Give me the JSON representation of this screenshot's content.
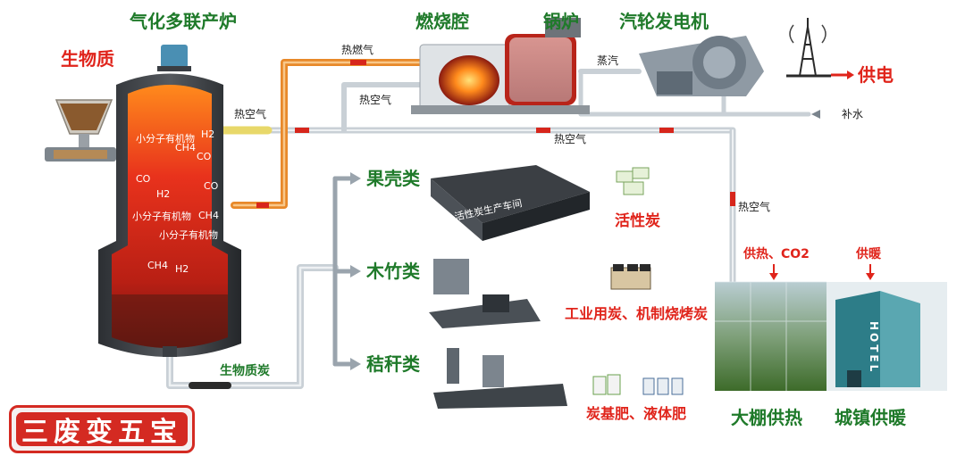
{
  "title": "三废变五宝",
  "equipment": {
    "gasifier": "气化多联产炉",
    "combustion_chamber": "燃烧腔",
    "boiler": "锅炉",
    "turbine": "汽轮发电机"
  },
  "inputs": {
    "biomass": "生物质",
    "makeup_water": "补水",
    "biochar": "生物质炭"
  },
  "flows": {
    "hot_gas": "热燃气",
    "hot_air_1": "热空气",
    "hot_air_2": "热空气",
    "hot_air_3": "热空气",
    "hot_air_4": "热空气",
    "steam": "蒸汽"
  },
  "gasifier_contents": [
    "小分子有机物",
    "CH4",
    "H2",
    "CO",
    "CO",
    "H2",
    "CO",
    "CH4",
    "小分子有机物",
    "小分子有机物",
    "CH4",
    "H2"
  ],
  "categories": {
    "nut_shells": "果壳类",
    "wood_bamboo": "木竹类",
    "straw": "秸秆类"
  },
  "products": {
    "activated_carbon": "活性炭",
    "activated_carbon_workshop": "活性炭生产车间",
    "industrial_charcoal": "工业用炭、机制烧烤炭",
    "fertilizer": "炭基肥、液体肥",
    "power": "供电",
    "heat_co2": "供热、CO2",
    "heating": "供暖",
    "greenhouse": "大棚供热",
    "town_heating": "城镇供暖",
    "hotel": "HOTEL"
  },
  "colors": {
    "green_text": "#1f7a2a",
    "red_text": "#e0241b",
    "hot_pipe": "#e8892a",
    "pipe": "#c9d0d6",
    "furnace_glow": "#e8321c",
    "badge": "#d42a22"
  }
}
